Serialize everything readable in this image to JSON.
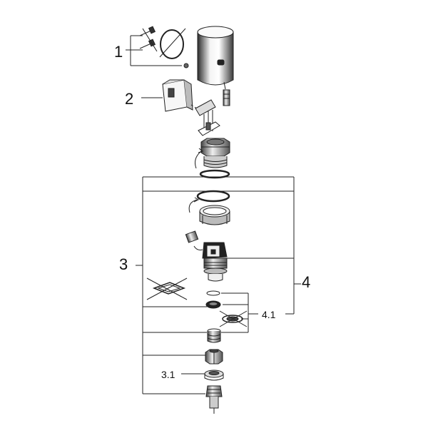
{
  "callouts": {
    "part_1": "1",
    "part_2": "2",
    "part_3": "3",
    "part_4": "4",
    "part_4_1": "4.1",
    "part_3_1": "3.1"
  },
  "colors": {
    "line": "#222222",
    "fill": "#ffffff",
    "shade": "#cfcfcf",
    "dark": "#555555"
  }
}
